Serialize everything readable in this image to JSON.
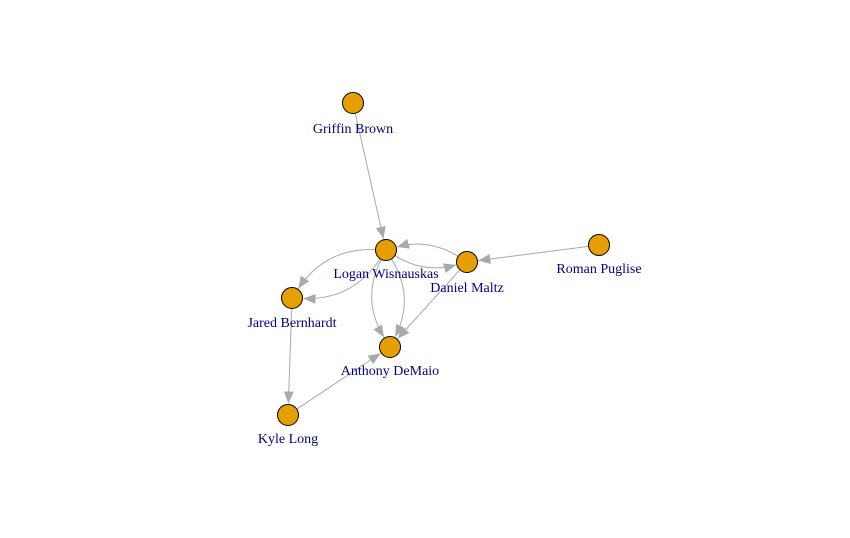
{
  "graph": {
    "colors": {
      "node_fill": "#E69F00",
      "node_stroke": "#000000",
      "edge": "#A9A9A9",
      "label": "#00008B"
    },
    "nodes": [
      {
        "id": "griffin",
        "label": "Griffin Brown"
      },
      {
        "id": "logan",
        "label": "Logan Wisnauskas"
      },
      {
        "id": "daniel",
        "label": "Daniel Maltz"
      },
      {
        "id": "roman",
        "label": "Roman Puglise"
      },
      {
        "id": "jared",
        "label": "Jared Bernhardt"
      },
      {
        "id": "anthony",
        "label": "Anthony DeMaio"
      },
      {
        "id": "kyle",
        "label": "Kyle Long"
      }
    ],
    "edges": [
      {
        "from": "griffin",
        "to": "logan"
      },
      {
        "from": "logan",
        "to": "daniel"
      },
      {
        "from": "daniel",
        "to": "logan"
      },
      {
        "from": "roman",
        "to": "daniel"
      },
      {
        "from": "logan",
        "to": "jared"
      },
      {
        "from": "logan",
        "to": "jared"
      },
      {
        "from": "logan",
        "to": "anthony"
      },
      {
        "from": "logan",
        "to": "anthony"
      },
      {
        "from": "daniel",
        "to": "anthony"
      },
      {
        "from": "jared",
        "to": "kyle"
      },
      {
        "from": "kyle",
        "to": "anthony"
      }
    ]
  }
}
